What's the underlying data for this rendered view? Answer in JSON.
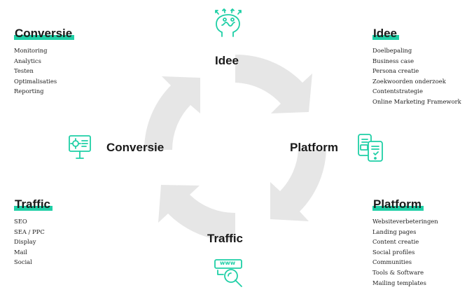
{
  "accent_color": "#1fcfa6",
  "arrow_color": "#e6e6e6",
  "cycle": {
    "idee": "Idee",
    "platform": "Platform",
    "traffic": "Traffic",
    "conversie": "Conversie"
  },
  "panels": {
    "conversie": {
      "title": "Conversie",
      "items": [
        "Monitoring",
        "Analytics",
        "Testen",
        "Optimalisaties",
        "Reporting"
      ]
    },
    "idee": {
      "title": "Idee",
      "items": [
        "Doelbepaling",
        "Business case",
        "Persona creatie",
        "Zoekwoorden onderzoek",
        "Contentstrategie",
        "Online Marketing Framework"
      ]
    },
    "traffic": {
      "title": "Traffic",
      "items": [
        "SEO",
        "SEA / PPC",
        "Display",
        "Mail",
        "Social"
      ]
    },
    "platform": {
      "title": "Platform",
      "items": [
        "Websiteverbeteringen",
        "Landing pages",
        "Content creatie",
        "Social profiles",
        "Communities",
        "Tools & Software",
        "Mailing templates"
      ]
    }
  },
  "icons": {
    "idee": "brain-idea-icon",
    "platform": "mobile-devices-icon",
    "traffic": "web-search-icon",
    "conversie": "monitor-settings-icon"
  },
  "traffic_icon_text": "www"
}
